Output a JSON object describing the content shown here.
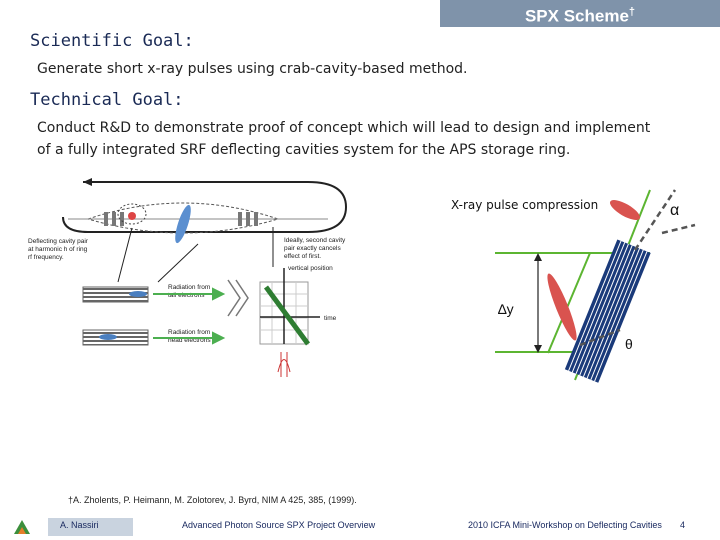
{
  "header": {
    "title": "SPX Scheme",
    "title_mark": "†"
  },
  "scientific_goal": {
    "heading": "Scientific Goal:",
    "text": "Generate short x-ray pulses using crab-cavity-based method."
  },
  "technical_goal": {
    "heading": "Technical Goal:",
    "line1": "Conduct R&D to demonstrate proof of concept which will lead to design and implement",
    "line2": "of a fully integrated SRF deflecting cavities system for the APS storage ring."
  },
  "left_figure": {
    "deflect_label_1": "Deflecting cavity pair",
    "deflect_label_2": "at harmonic h of ring",
    "deflect_label_3": "rf frequency.",
    "ideal_label_1": "Ideally, second cavity",
    "ideal_label_2": "pair exactly cancels",
    "ideal_label_3": "effect of first.",
    "vertical_position": "vertical position",
    "time": "time",
    "rad_tail_1": "Radiation from",
    "rad_tail_2": "tail electrons",
    "rad_head_1": "Radiation from",
    "rad_head_2": "head electrons"
  },
  "right_figure": {
    "label": "X-ray pulse compression",
    "alpha": "α",
    "delta_y": "∆y",
    "theta": "θ"
  },
  "reference": "†A. Zholents, P. Heimann, M. Zolotorev, J. Byrd, NIM A 425, 385, (1999).",
  "footer": {
    "author": "A. Nassiri",
    "project": "Advanced Photon Source SPX Project Overview",
    "event": "2010 ICFA Mini-Workshop on Deflecting Cavities",
    "page": "4"
  }
}
